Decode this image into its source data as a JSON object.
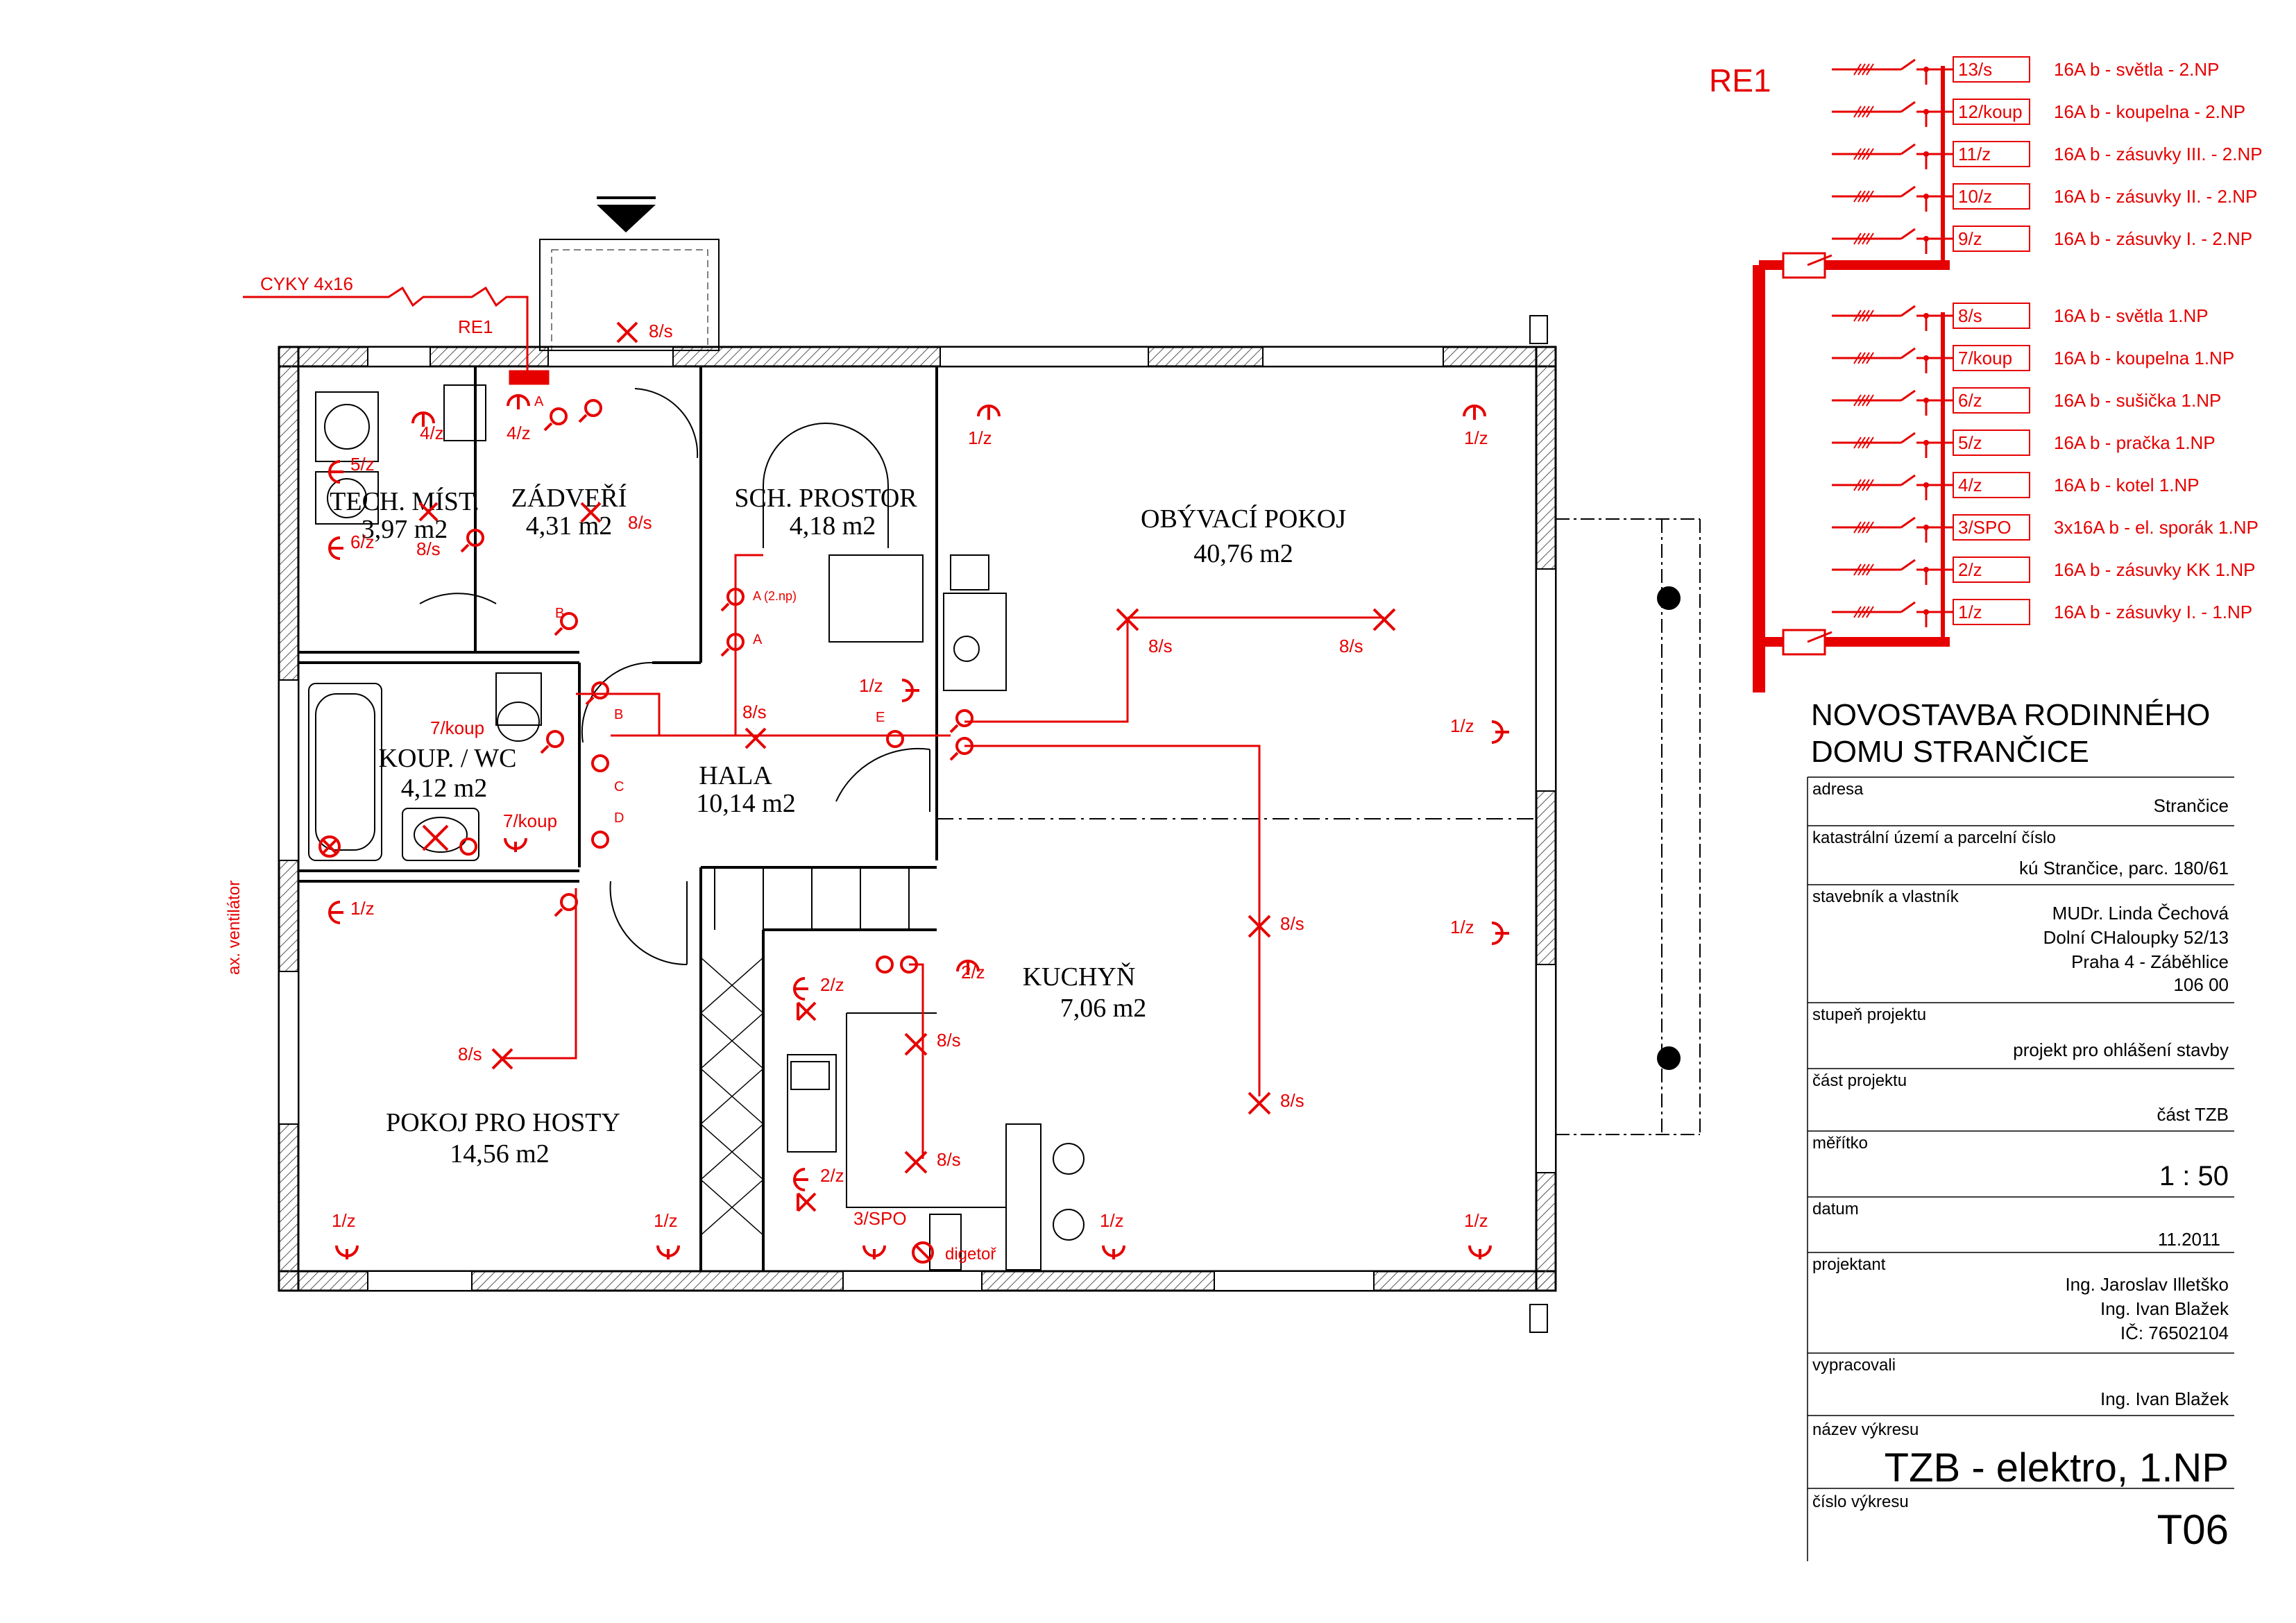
{
  "panel": {
    "name": "RE1",
    "circuits_2np": [
      {
        "code": "13/s",
        "desc": "16A b - světla - 2.NP"
      },
      {
        "code": "12/koup",
        "desc": "16A b - koupelna - 2.NP"
      },
      {
        "code": "11/z",
        "desc": "16A b - zásuvky III. - 2.NP"
      },
      {
        "code": "10/z",
        "desc": "16A b - zásuvky II. - 2.NP"
      },
      {
        "code": "9/z",
        "desc": "16A b - zásuvky I. - 2.NP"
      }
    ],
    "circuits_1np": [
      {
        "code": "8/s",
        "desc": "16A b - světla 1.NP"
      },
      {
        "code": "7/koup",
        "desc": "16A b - koupelna 1.NP"
      },
      {
        "code": "6/z",
        "desc": "16A b - sušička 1.NP"
      },
      {
        "code": "5/z",
        "desc": "16A b - pračka 1.NP"
      },
      {
        "code": "4/z",
        "desc": "16A b - kotel 1.NP"
      },
      {
        "code": "3/SPO",
        "desc": "3x16A b - el. sporák 1.NP"
      },
      {
        "code": "2/z",
        "desc": "16A b - zásuvky KK 1.NP"
      },
      {
        "code": "1/z",
        "desc": "16A b - zásuvky I. - 1.NP"
      }
    ]
  },
  "rooms": {
    "tech": {
      "name": "TECH. MÍST.",
      "area": "3,97 m2"
    },
    "zadveri": {
      "name": "ZÁDVEŘÍ",
      "area": "4,31 m2"
    },
    "sch": {
      "name": "SCH. PROSTOR",
      "area": "4,18 m2"
    },
    "obyvaci": {
      "name": "OBÝVACÍ POKOJ",
      "area": "40,76 m2"
    },
    "koupelna": {
      "name": "KOUP. / WC",
      "area": "4,12 m2"
    },
    "hala": {
      "name": "HALA",
      "area": "10,14 m2"
    },
    "kuchyn": {
      "name": "KUCHYŇ",
      "area": "7,06 m2"
    },
    "pokoj": {
      "name": "POKOJ PRO HOSTY",
      "area": "14,56 m2"
    }
  },
  "labels": {
    "cable": "CYKY 4x16",
    "re1_small": "RE1",
    "ventilator": "ax. ventilátor",
    "digestor": "digetoř",
    "switch_a": "A",
    "switch_b": "B",
    "switch_c": "C",
    "switch_d": "D",
    "switch_e": "E",
    "switch_a2": "A (2.np)",
    "c_4z": "4/z",
    "c_5z": "5/z",
    "c_6z": "6/z",
    "c_8s": "8/s",
    "c_1z": "1/z",
    "c_2z": "2/z",
    "c_3spo": "3/SPO",
    "c_7koup": "7/koup"
  },
  "title_block": {
    "project_title_1": "NOVOSTAVBA RODINNÉHO",
    "project_title_2": "DOMU STRANČICE",
    "address_label": "adresa",
    "address_value": "Strančice",
    "cadastre_label": "katastrální území a parcelní číslo",
    "cadastre_value": "kú Strančice, parc. 180/61",
    "owner_label": "stavebník a vlastník",
    "owner_line1": "MUDr. Linda Čechová",
    "owner_line2": "Dolní CHaloupky 52/13",
    "owner_line3": "Praha 4 - Záběhlice",
    "owner_line4": "106 00",
    "stage_label": "stupeň projektu",
    "stage_value": "projekt pro ohlášení stavby",
    "part_label": "část projektu",
    "part_value": "část TZB",
    "scale_label": "měřítko",
    "scale_value": "1 : 50",
    "date_label": "datum",
    "date_value": "11.2011",
    "designer_label": "projektant",
    "designer_line1": "Ing. Jaroslav Illetško",
    "designer_line2": "Ing. Ivan Blažek",
    "designer_line3": "IČ: 76502104",
    "prepared_label": "vypracovali",
    "prepared_value": "Ing. Ivan Blažek",
    "drawing_name_label": "název výkresu",
    "drawing_name_value": "TZB - elektro, 1.NP",
    "drawing_number_label": "číslo výkresu",
    "drawing_number_value": "T06"
  },
  "colors": {
    "electric": "#e60000",
    "walls": "#000000"
  }
}
